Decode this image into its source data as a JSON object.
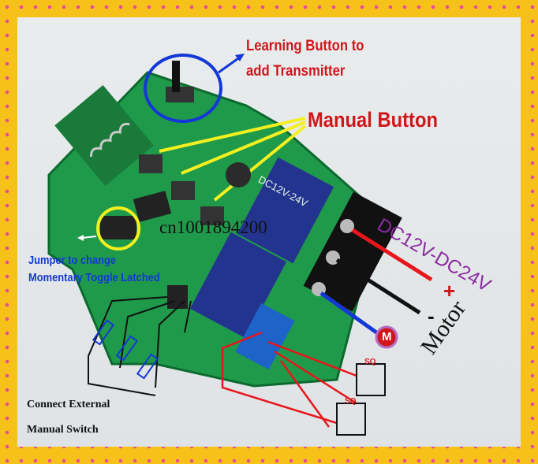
{
  "labels": {
    "learning_line1": "Learning Button to",
    "learning_line2": "add Transmitter",
    "manual_button": "Manual Button",
    "voltage": "DC12V-DC24V",
    "jumper_line1": "Jumper to change",
    "jumper_line2": "Momentary Toggle Latched",
    "watermark": "cn1001894200",
    "motor": "Motor",
    "plus": "+",
    "minus": "-",
    "motor_symbol": "M",
    "external_line1": "Connect External",
    "external_line2": "Manual Switch",
    "board_silk": "DC12V-24V",
    "limit_switch_1": "SQ",
    "limit_switch_2": "SQ"
  },
  "colors": {
    "frame_background": "#f6c21a",
    "frame_dots": "#e84a9a",
    "annotation_red": "#d0161b",
    "annotation_blue": "#1438d6",
    "annotation_purple": "#8a2aa0",
    "pointer_yellow": "#f4f020",
    "pcb_green": "#1f9a4a",
    "relay_blue": "#23348f",
    "terminal_black": "#111111"
  }
}
